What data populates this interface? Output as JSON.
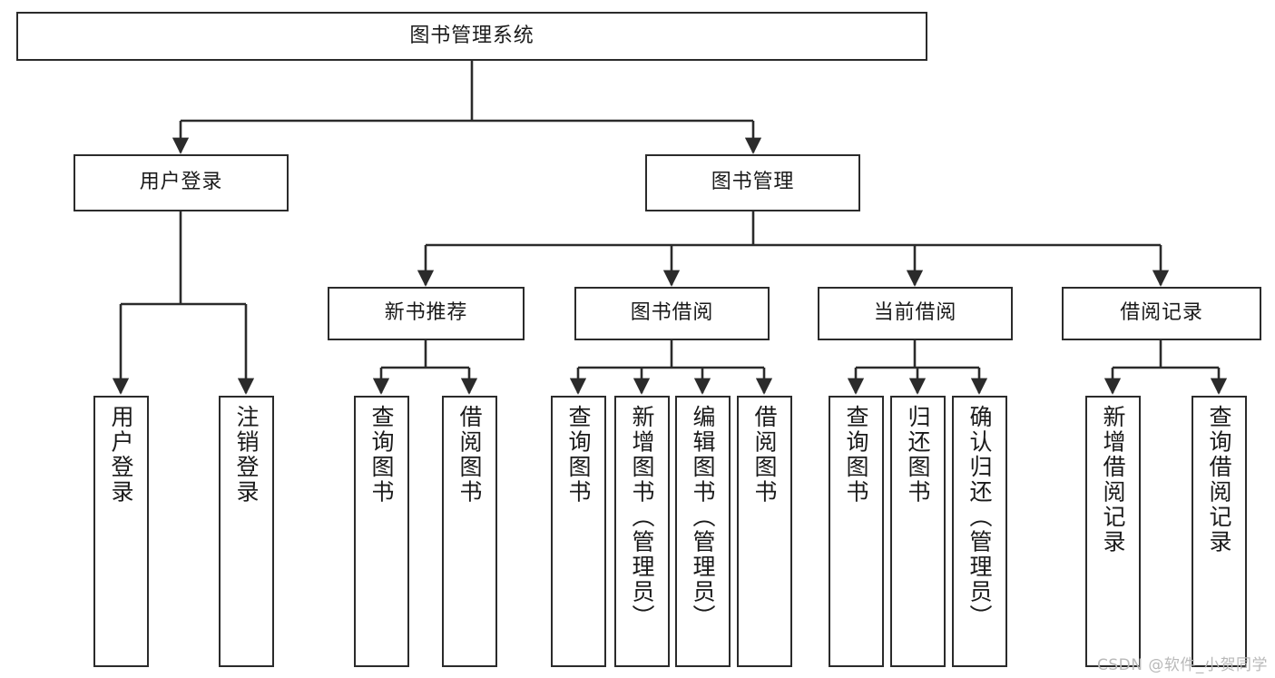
{
  "diagram": {
    "title": "图书管理系统",
    "type": "function-structure-tree",
    "watermark": "CSDN @软件_小贺同学",
    "line_color": "#2b2b2b",
    "box_border_color": "#2b2b2b",
    "box_fill_color": "#ffffff",
    "page_background": "#ffffff",
    "nodes": {
      "root": {
        "label": "图书管理系统",
        "level": 1
      },
      "user_login": {
        "label": "用户登录",
        "level": 2
      },
      "book_manage": {
        "label": "图书管理",
        "level": 2
      },
      "new_book_rec": {
        "label": "新书推荐",
        "level": 3
      },
      "book_borrow": {
        "label": "图书借阅",
        "level": 3
      },
      "current_borrow": {
        "label": "当前借阅",
        "level": 3
      },
      "borrow_record": {
        "label": "借阅记录",
        "level": 3
      },
      "leaf_user_login": {
        "label": "用户登录",
        "level": 4
      },
      "leaf_logout": {
        "label": "注销登录",
        "level": 4
      },
      "leaf_query_book_1": {
        "label": "查询图书",
        "level": 4
      },
      "leaf_borrow_book_1": {
        "label": "借阅图书",
        "level": 4
      },
      "leaf_query_book_2": {
        "label": "查询图书",
        "level": 4
      },
      "leaf_add_book": {
        "label": "新增图书（管理员）",
        "level": 4
      },
      "leaf_edit_book": {
        "label": "编辑图书（管理员）",
        "level": 4
      },
      "leaf_borrow_book_2": {
        "label": "借阅图书",
        "level": 4
      },
      "leaf_query_book_3": {
        "label": "查询图书",
        "level": 4
      },
      "leaf_return_book": {
        "label": "归还图书",
        "level": 4
      },
      "leaf_confirm_return": {
        "label": "确认归还（管理员）",
        "level": 4
      },
      "leaf_add_record": {
        "label": "新增借阅记录",
        "level": 4
      },
      "leaf_query_record": {
        "label": "查询借阅记录",
        "level": 4
      }
    }
  }
}
